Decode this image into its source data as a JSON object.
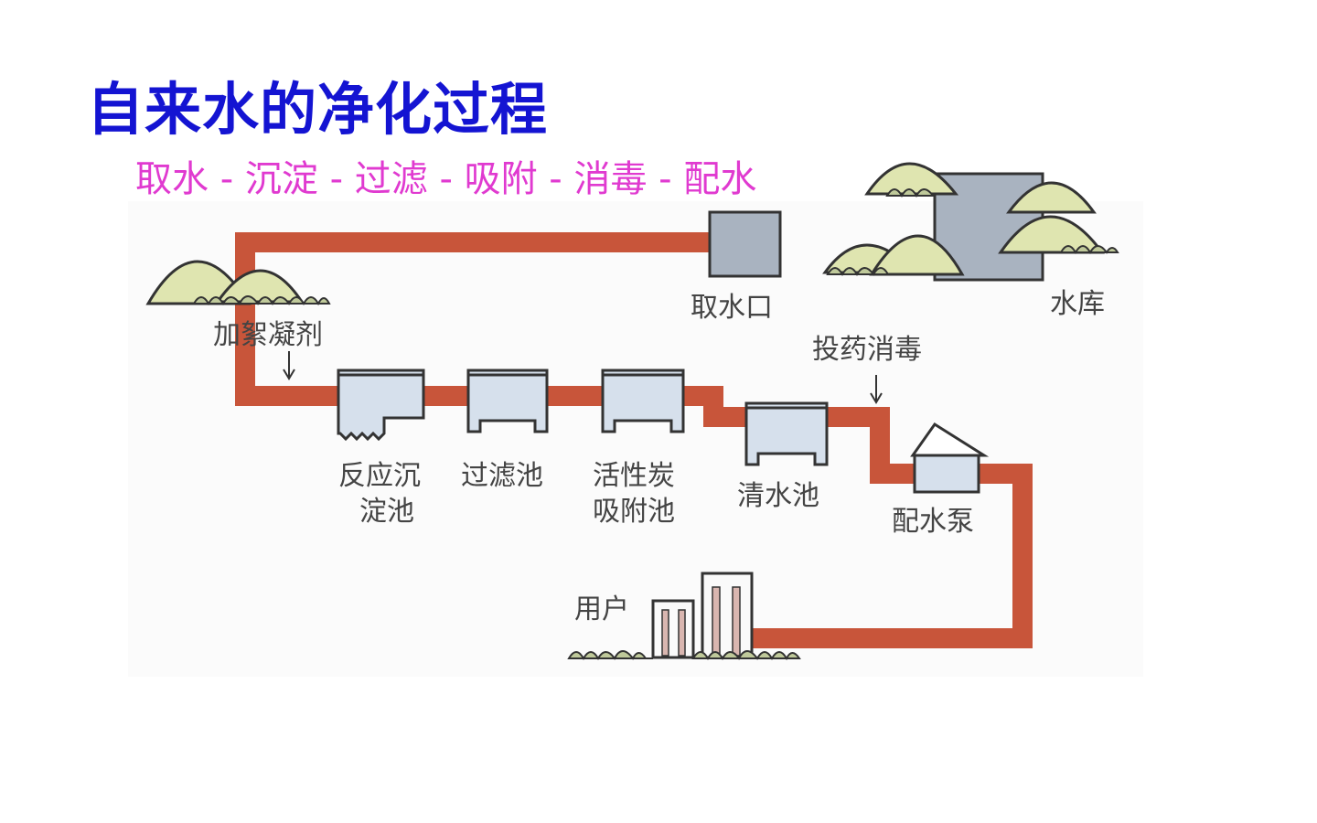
{
  "title": "自来水的净化过程",
  "subtitle": "取水 - 沉淀 - 过滤 - 吸附 - 消毒 - 配水",
  "colors": {
    "title": "#1414d2",
    "subtitle": "#e03ad0",
    "pipe": "#c8553a",
    "tank": "#d6e0ec",
    "tank_border": "#333333",
    "hill": "#dfe5b0",
    "reservoir": "#a9b3c0"
  },
  "labels": {
    "reservoir": "水库",
    "intake": "取水口",
    "coagulant": "加絮凝剂",
    "settling_1": "反应沉",
    "settling_2": "淀池",
    "filter": "过滤池",
    "carbon_1": "活性炭",
    "carbon_2": "吸附池",
    "disinfect": "投药消毒",
    "clear": "清水池",
    "pump": "配水泵",
    "users": "用户"
  }
}
